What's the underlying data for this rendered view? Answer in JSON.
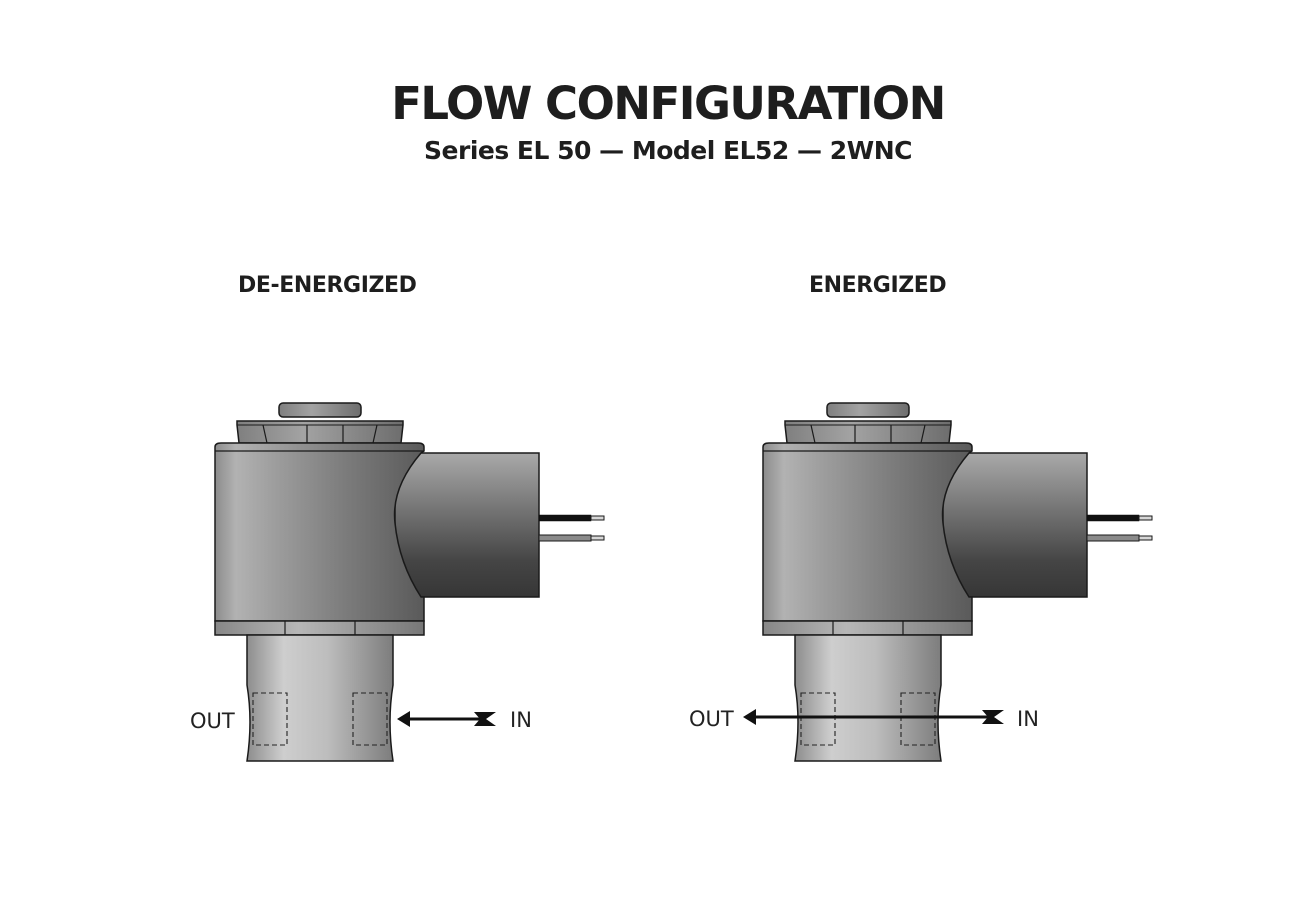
{
  "header": {
    "title": "FLOW CONFIGURATION",
    "subtitle": "Series EL 50 — Model EL52 — 2WNC"
  },
  "states": [
    {
      "label": "DE-ENERGIZED",
      "ports": {
        "out": "OUT",
        "in": "IN"
      },
      "flow": "blocked"
    },
    {
      "label": "ENERGIZED",
      "ports": {
        "out": "OUT",
        "in": "IN"
      },
      "flow": "through"
    }
  ],
  "colors": {
    "outline": "#1a1a1a",
    "coil_light": "#a6a6a6",
    "coil_dark": "#555555",
    "connector_dark": "#3c3c3c",
    "body_light": "#c4c4c4",
    "arrow": "#111111"
  }
}
